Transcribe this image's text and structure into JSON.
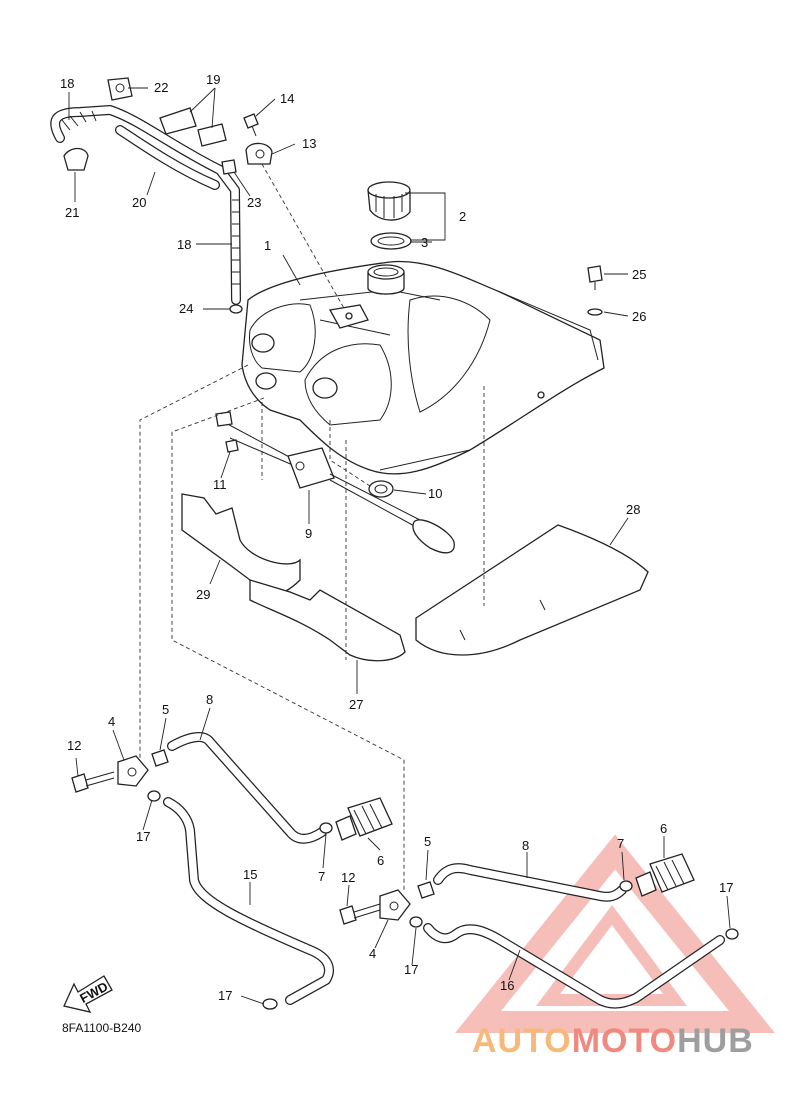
{
  "diagram": {
    "code": "8FA1100-B240",
    "fwd_label": "FWD",
    "callouts": [
      {
        "id": "c1",
        "text": "1"
      },
      {
        "id": "c2",
        "text": "2"
      },
      {
        "id": "c3",
        "text": "3"
      },
      {
        "id": "c4a",
        "text": "4"
      },
      {
        "id": "c4b",
        "text": "4"
      },
      {
        "id": "c5a",
        "text": "5"
      },
      {
        "id": "c5b",
        "text": "5"
      },
      {
        "id": "c6a",
        "text": "6"
      },
      {
        "id": "c6b",
        "text": "6"
      },
      {
        "id": "c7a",
        "text": "7"
      },
      {
        "id": "c7b",
        "text": "7"
      },
      {
        "id": "c8a",
        "text": "8"
      },
      {
        "id": "c8b",
        "text": "8"
      },
      {
        "id": "c9",
        "text": "9"
      },
      {
        "id": "c10",
        "text": "10"
      },
      {
        "id": "c11",
        "text": "11"
      },
      {
        "id": "c12a",
        "text": "12"
      },
      {
        "id": "c12b",
        "text": "12"
      },
      {
        "id": "c13",
        "text": "13"
      },
      {
        "id": "c14",
        "text": "14"
      },
      {
        "id": "c15",
        "text": "15"
      },
      {
        "id": "c16",
        "text": "16"
      },
      {
        "id": "c17a",
        "text": "17"
      },
      {
        "id": "c17b",
        "text": "17"
      },
      {
        "id": "c17c",
        "text": "17"
      },
      {
        "id": "c17d",
        "text": "17"
      },
      {
        "id": "c18a",
        "text": "18"
      },
      {
        "id": "c18b",
        "text": "18"
      },
      {
        "id": "c19",
        "text": "19"
      },
      {
        "id": "c20",
        "text": "20"
      },
      {
        "id": "c21",
        "text": "21"
      },
      {
        "id": "c22",
        "text": "22"
      },
      {
        "id": "c23",
        "text": "23"
      },
      {
        "id": "c24",
        "text": "24"
      },
      {
        "id": "c25",
        "text": "25"
      },
      {
        "id": "c26",
        "text": "26"
      },
      {
        "id": "c27",
        "text": "27"
      },
      {
        "id": "c28",
        "text": "28"
      },
      {
        "id": "c29",
        "text": "29"
      }
    ]
  },
  "watermark": {
    "part1": "AUTO",
    "part2": "MOTO",
    "part3": "HUB",
    "color_auto": "#f6b97a",
    "color_moto": "#f08a80",
    "color_hub": "#9e9e9e"
  }
}
